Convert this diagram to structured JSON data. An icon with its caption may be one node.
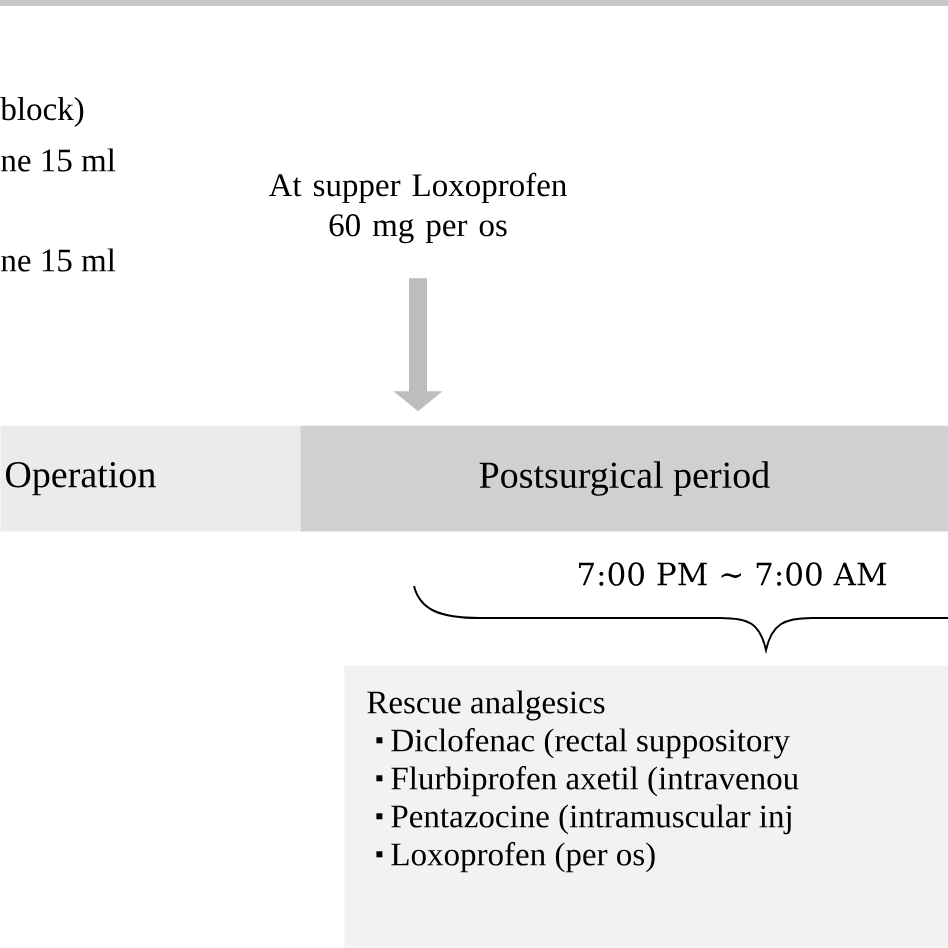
{
  "diagram": {
    "nodes": [
      {
        "text": [
          "At supper Loxoprofen 60 mg per os"
        ]
      },
      {
        "text": [
          "Operation"
        ]
      },
      {
        "text": [
          "Postsurgical period"
        ]
      },
      {
        "text": [
          "Rescue analgesics",
          "Diclofenac (rectal suppository",
          "Flurbiprofen axetil (intravenou",
          "Pentazocine (intramuscular inj",
          "Loxoprofen  (per os)"
        ]
      }
    ],
    "edges": [
      {
        "from": 0,
        "to": 2,
        "arrow": "to",
        "color": "#bdbdbd"
      }
    ],
    "labels": [
      "block)",
      "ne 15 ml",
      "ne 15 ml",
      "7:00 PM ∼ 7:00 AM"
    ]
  }
}
